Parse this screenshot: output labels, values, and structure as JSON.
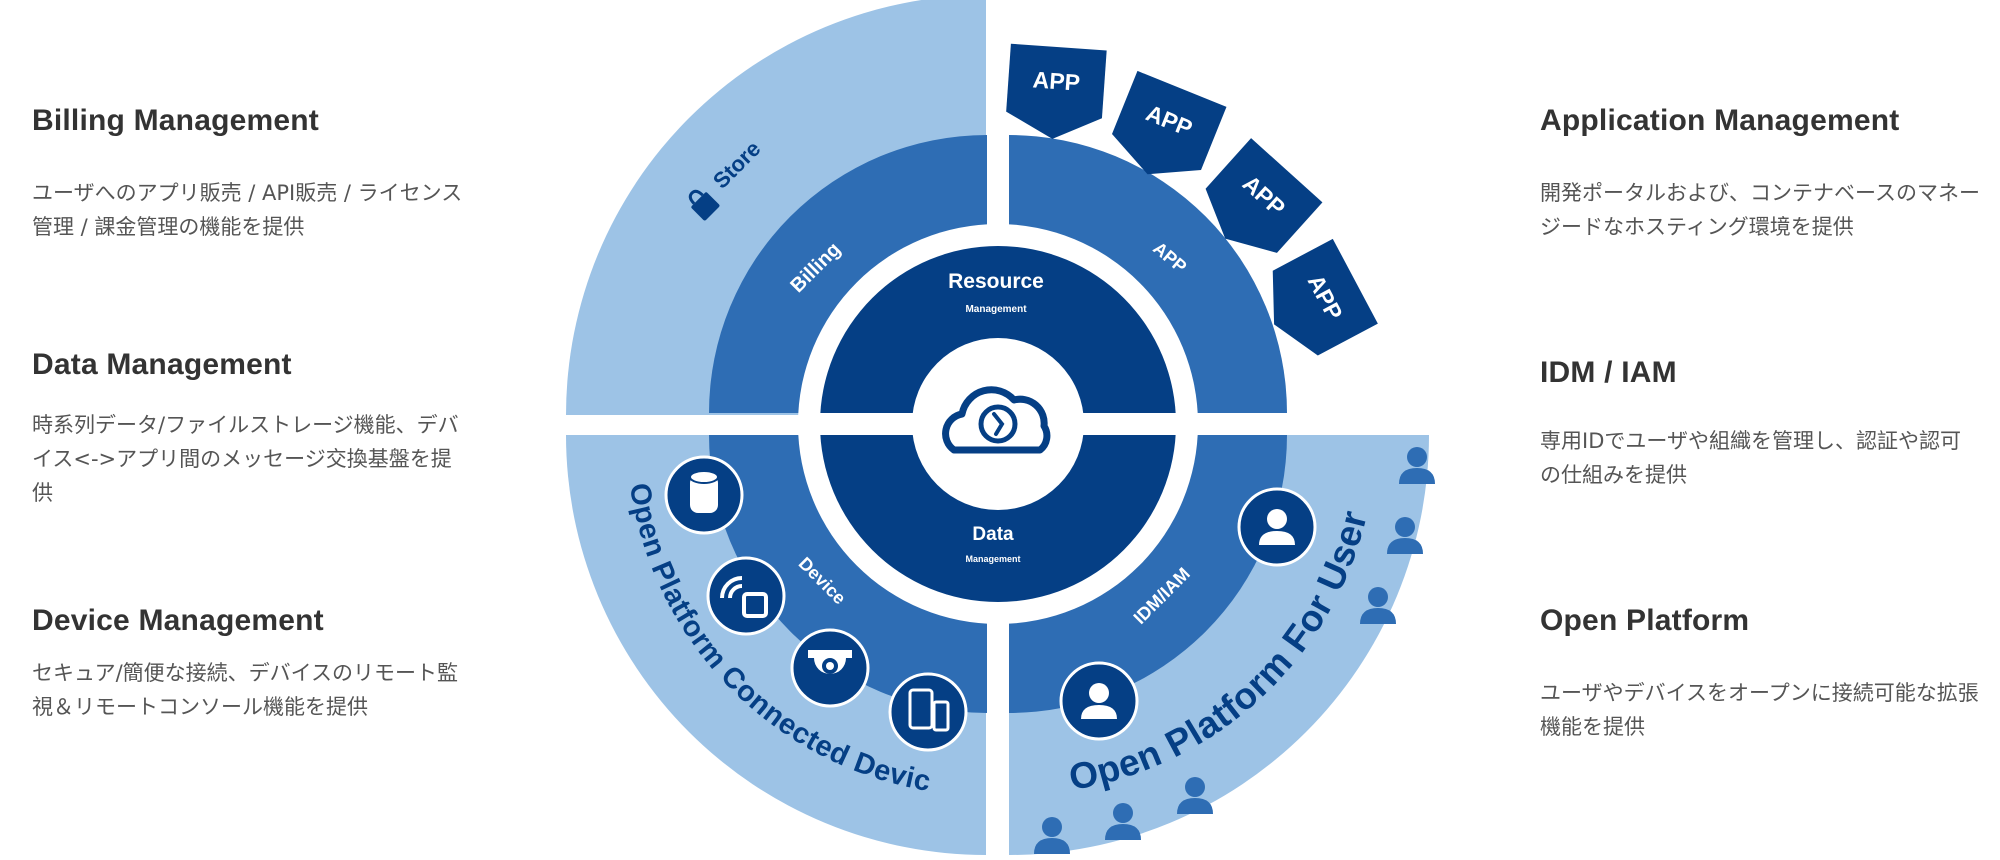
{
  "features": {
    "billing": {
      "title": "Billing Management",
      "desc": "ユーザへのアプリ販売 / API販売 / ライセンス管理 / 課金管理の機能を提供"
    },
    "data": {
      "title": "Data Management",
      "desc": "時系列データ/ファイルストレージ機能、デバイス<->アプリ間のメッセージ交換基盤を提供"
    },
    "device": {
      "title": "Device Management",
      "desc": "セキュア/簡便な接続、デバイスのリモート監視＆リモートコンソール機能を提供"
    },
    "application": {
      "title": "Application Management",
      "desc": "開発ポータルおよび、コンテナベースのマネージードなホスティング環境を提供"
    },
    "idm": {
      "title": "IDM / IAM",
      "desc": "専用IDでユーザや組織を管理し、認証や認可の仕組みを提供"
    },
    "open_platform": {
      "title": "Open Platform",
      "desc": "ユーザやデバイスをオープンに接続可能な拡張機能を提供"
    }
  },
  "diagram": {
    "core": {
      "resource": "Resource",
      "resource_sub": "Management",
      "data": "Data",
      "data_sub": "Management"
    },
    "middle": {
      "billing": "Billing",
      "app": "APP",
      "device": "Device",
      "idm": "IDM/IAM"
    },
    "outer": {
      "store": "Store",
      "connected_device": "Open Platform Connected Device",
      "for_user": "Open Platform For User"
    },
    "app_tag": "APP",
    "colors": {
      "light": "#9DC3E6",
      "medium": "#2E6DB4",
      "dark": "#053F85",
      "white": "#FFFFFF"
    },
    "icons": [
      "cloud-icon",
      "bag-icon",
      "speaker-icon",
      "wireless-icon",
      "camera-icon",
      "mobile-devices-icon",
      "user-icon",
      "person-icon"
    ]
  }
}
